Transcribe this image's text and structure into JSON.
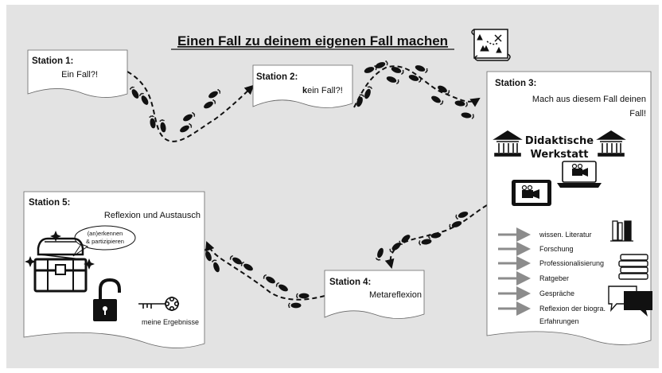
{
  "title": "Einen Fall zu deinem eigenen Fall machen",
  "station1": {
    "heading": "Station 1:",
    "text": "Ein Fall?!"
  },
  "station2": {
    "heading": "Station 2:",
    "text_first": "k",
    "text_rest": "ein Fall?!"
  },
  "station3": {
    "heading": "Station 3:",
    "line1": "Mach aus diesem Fall deinen",
    "line2": "Fall!",
    "workshop_line1": "Didaktische",
    "workshop_line2": "Werkstatt",
    "items": [
      "wissen. Literatur",
      "Forschung",
      "Professionalisierung",
      "Ratgeber",
      "Gespräche",
      "Reflexion der biogra.",
      "Erfahrungen"
    ]
  },
  "station4": {
    "heading": "Station 4:",
    "text": "Metareflexion"
  },
  "station5": {
    "heading": "Station 5:",
    "text": "Reflexion und Austausch",
    "bubble_line1": "(an)erkennen",
    "bubble_line2": "& partizipieren",
    "results": "meine Ergebnisse"
  },
  "colors": {
    "background": "#e3e3e3",
    "card": "#ffffff",
    "ink": "#111111",
    "arrow": "#8c8c8c"
  },
  "icons": [
    "treasure-map-icon",
    "footprints-icon",
    "museum-icon",
    "laptop-icon",
    "camera-icon",
    "tablet-icon",
    "books-icon",
    "book-stack-icon",
    "speech-bubbles-icon",
    "treasure-chest-icon",
    "padlock-open-icon",
    "key-icon",
    "sparkle-icon"
  ]
}
